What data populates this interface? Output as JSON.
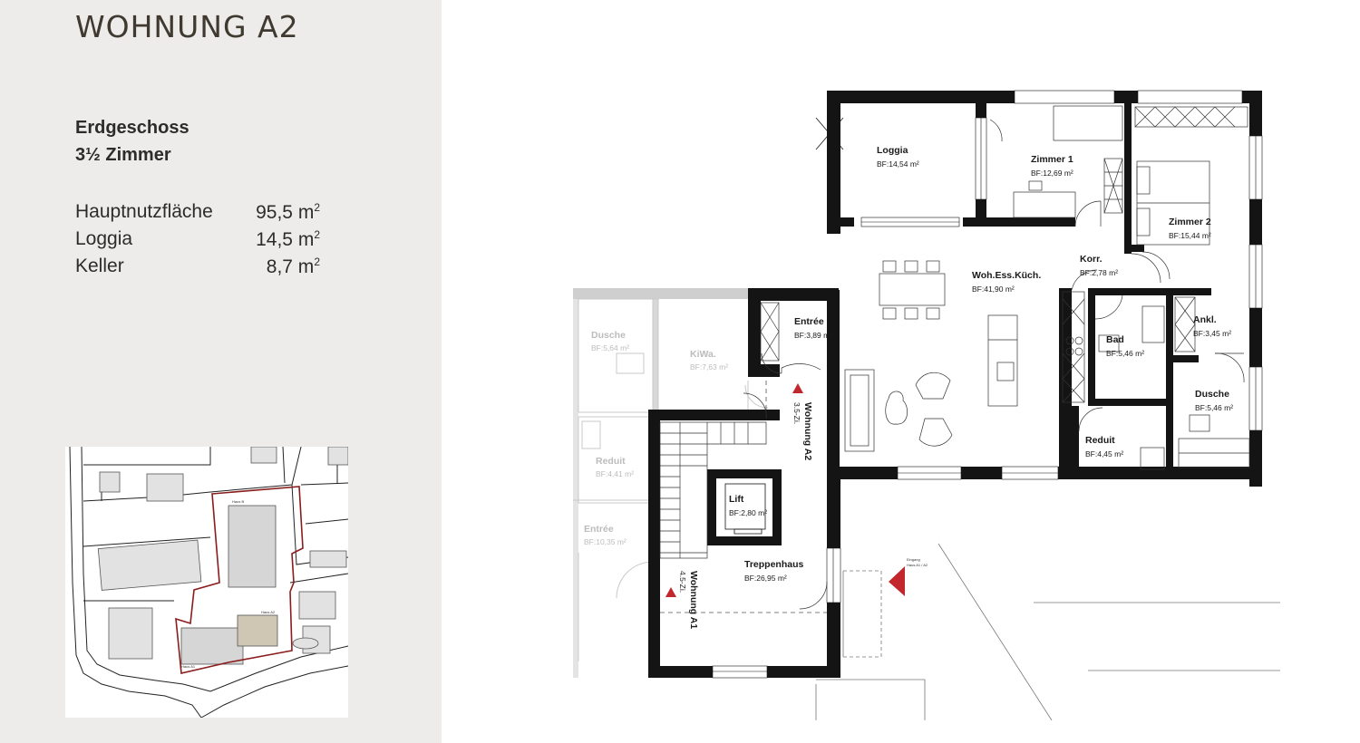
{
  "title": "WOHNUNG A2",
  "floor": "Erdgeschoss",
  "rooms_count": "3½ Zimmer",
  "areas": [
    {
      "label": "Hauptnutzfläche",
      "value": "95,5 m",
      "unit_sup": "2"
    },
    {
      "label": "Loggia",
      "value": "14,5 m",
      "unit_sup": "2"
    },
    {
      "label": "Keller",
      "value": "8,7 m",
      "unit_sup": "2"
    }
  ],
  "plan": {
    "rooms": {
      "loggia": {
        "name": "Loggia",
        "area": "BF:14,54 m²"
      },
      "zimmer1": {
        "name": "Zimmer 1",
        "area": "BF:12,69 m²"
      },
      "zimmer2": {
        "name": "Zimmer 2",
        "area": "BF:15,44 m²"
      },
      "wohen": {
        "name": "Woh.Ess.Küch.",
        "area": "BF:41,90 m²"
      },
      "korr": {
        "name": "Korr.",
        "area": "BF:2,78 m²"
      },
      "entree": {
        "name": "Entrée",
        "area": "BF:3,89 m²"
      },
      "bad": {
        "name": "Bad",
        "area": "BF:5,46 m²"
      },
      "ankl": {
        "name": "Ankl.",
        "area": "BF:3,45 m²"
      },
      "dusche": {
        "name": "Dusche",
        "area": "BF:5,46 m²"
      },
      "reduit": {
        "name": "Reduit",
        "area": "BF:4,45 m²"
      },
      "lift": {
        "name": "Lift",
        "area": "BF:2,80 m²"
      },
      "treppenhaus": {
        "name": "Treppenhaus",
        "area": "BF:26,95 m²"
      }
    },
    "neighbor_rooms": {
      "dusche": {
        "name": "Dusche",
        "area": "BF:5,64 m²"
      },
      "kiwa": {
        "name": "KiWa.",
        "area": "BF:7,63 m²"
      },
      "reduit": {
        "name": "Reduit",
        "area": "BF:4,41 m²"
      },
      "entree": {
        "name": "Entrée",
        "area": "BF:10,35 m²"
      }
    },
    "unit_labels": {
      "a2_name": "Wohnung A2",
      "a2_rooms": "3.5-Zi.",
      "a1_name": "Wohnung A1",
      "a1_rooms": "4.5-Zi."
    },
    "entrance_line1": "Eingang",
    "entrance_line2": "Haus A1 / A2"
  },
  "site_labels": {
    "haus_b": "Haus B",
    "haus_a2": "Haus A2",
    "haus_a1": "Haus A1"
  },
  "colors": {
    "left_panel": "#edecea",
    "title_text": "#3f3930",
    "wall": "#141414",
    "accent_red": "#c1272d",
    "neighbor_grey": "#c8c8c8",
    "plot_outline": "#8a1c1c"
  }
}
